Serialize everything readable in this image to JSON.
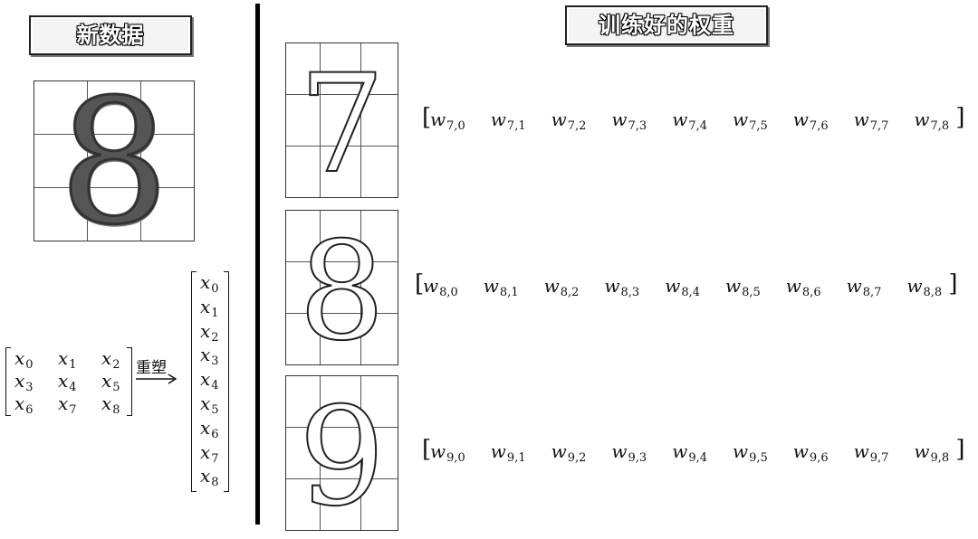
{
  "left_panel": {
    "title": "新数据",
    "input_digit": "8",
    "matrix": {
      "rows": [
        [
          "0",
          "1",
          "2"
        ],
        [
          "3",
          "4",
          "5"
        ],
        [
          "6",
          "7",
          "8"
        ]
      ],
      "var": "x"
    },
    "reshape_label": "重塑",
    "column_vector": [
      "0",
      "1",
      "2",
      "3",
      "4",
      "5",
      "6",
      "7",
      "8"
    ]
  },
  "right_panel": {
    "title": "训练好的权重",
    "classes": [
      {
        "digit": "7",
        "weights": [
          "7,0",
          "7,1",
          "7,2",
          "7,3",
          "7,4",
          "7,5",
          "7,6",
          "7,7",
          "7,8"
        ]
      },
      {
        "digit": "8",
        "weights": [
          "8,0",
          "8,1",
          "8,2",
          "8,3",
          "8,4",
          "8,5",
          "8,6",
          "8,7",
          "8,8"
        ]
      },
      {
        "digit": "9",
        "weights": [
          "9,0",
          "9,1",
          "9,2",
          "9,3",
          "9,4",
          "9,5",
          "9,6",
          "9,7",
          "9,8"
        ]
      }
    ],
    "var": "w"
  }
}
